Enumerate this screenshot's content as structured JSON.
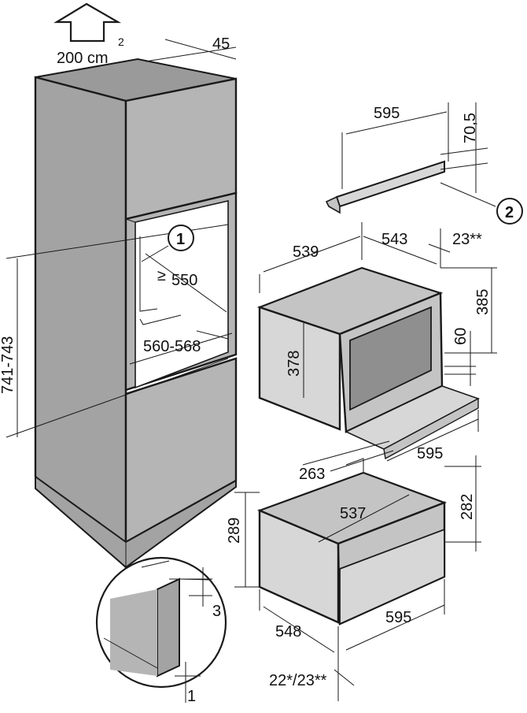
{
  "colors": {
    "cabinet_front": "#b5b5b5",
    "cabinet_side": "#a3a3a3",
    "cabinet_top": "#9a9a9a",
    "appliance_light": "#d7d7d7",
    "appliance_mid": "#c4c4c4",
    "appliance_dark": "#8f8f8f",
    "line": "#1a1a1a",
    "background": "#ffffff"
  },
  "icons": {
    "airflow": "up-arrow-icon",
    "callout_shape": "circle"
  },
  "labels": {
    "ventilation_area": "200 cm",
    "ventilation_area_sup": "2",
    "depth_gap": "45",
    "niche_height": "741-743",
    "niche_depth": "550",
    "niche_depth_prefix": "≥",
    "niche_width": "560-568",
    "callout_1": "1",
    "callout_2": "2",
    "trim_width": "595",
    "trim_height": "70,5",
    "oven_depth": "539",
    "oven_body_depth": "543",
    "oven_front_offset": "23**",
    "oven_height": "385",
    "oven_inner_height": "378",
    "oven_gap": "60",
    "oven_width": "595",
    "rail_depth": "263",
    "drawer_depth": "537",
    "drawer_niche_height": "289",
    "drawer_height": "282",
    "drawer_body_depth": "548",
    "drawer_width": "595",
    "drawer_front_offset": "22*/23**",
    "detail_gap_top": "3",
    "detail_gap_bottom": "1"
  }
}
